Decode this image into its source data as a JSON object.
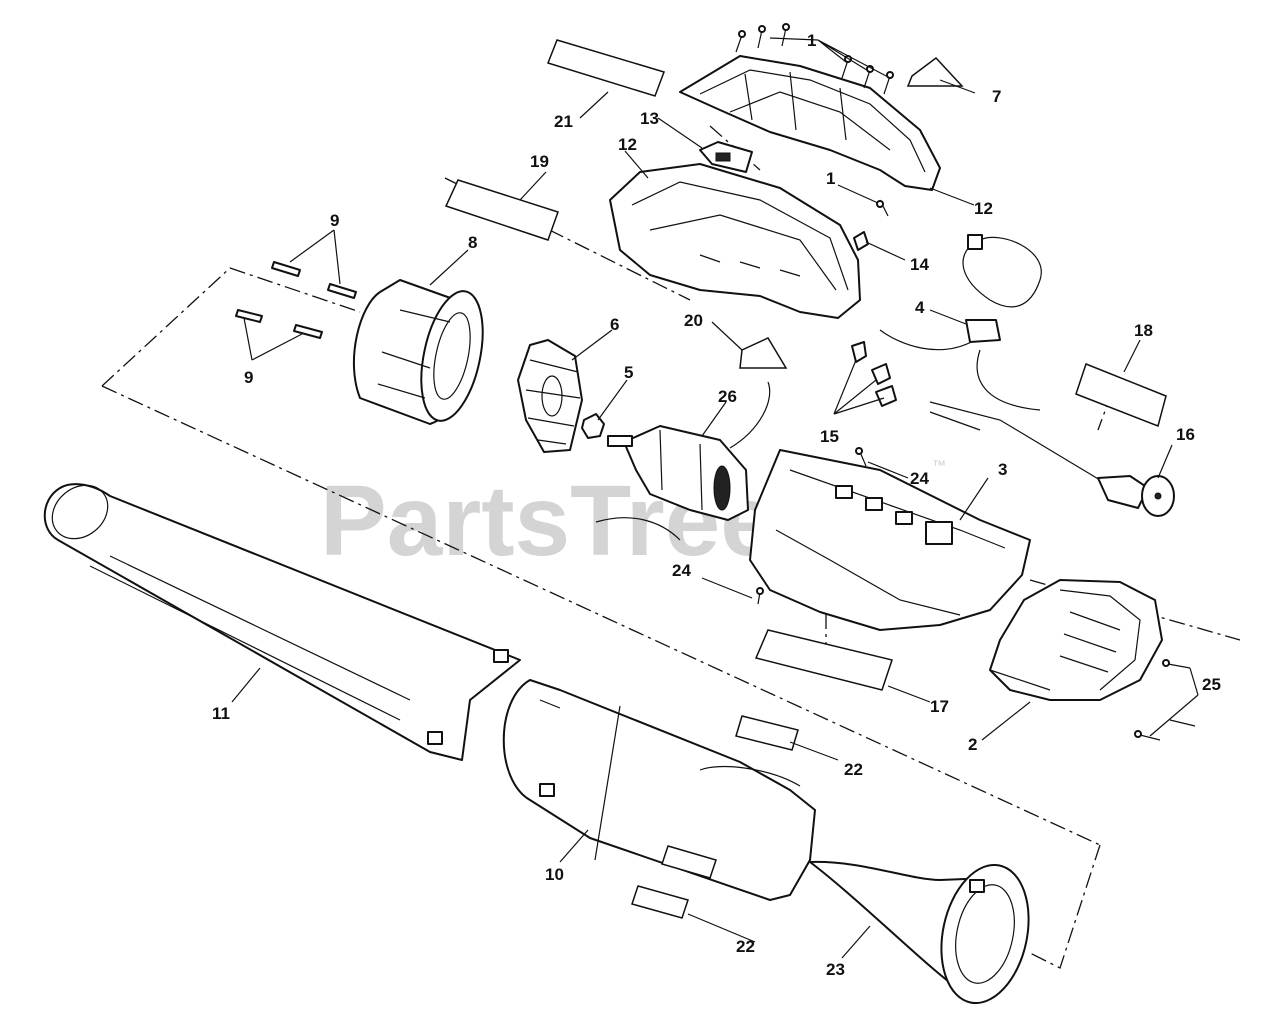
{
  "watermark": {
    "text": "PartsTree",
    "trademark": "™"
  },
  "callouts": [
    {
      "id": "c1a",
      "text": "1"
    },
    {
      "id": "c1b",
      "text": "1"
    },
    {
      "id": "c2",
      "text": "2"
    },
    {
      "id": "c3",
      "text": "3"
    },
    {
      "id": "c4",
      "text": "4"
    },
    {
      "id": "c5",
      "text": "5"
    },
    {
      "id": "c6",
      "text": "6"
    },
    {
      "id": "c7",
      "text": "7"
    },
    {
      "id": "c8",
      "text": "8"
    },
    {
      "id": "c9a",
      "text": "9"
    },
    {
      "id": "c9b",
      "text": "9"
    },
    {
      "id": "c10",
      "text": "10"
    },
    {
      "id": "c11",
      "text": "11"
    },
    {
      "id": "c12a",
      "text": "12"
    },
    {
      "id": "c12b",
      "text": "12"
    },
    {
      "id": "c13",
      "text": "13"
    },
    {
      "id": "c14",
      "text": "14"
    },
    {
      "id": "c15",
      "text": "15"
    },
    {
      "id": "c16",
      "text": "16"
    },
    {
      "id": "c17",
      "text": "17"
    },
    {
      "id": "c18",
      "text": "18"
    },
    {
      "id": "c19",
      "text": "19"
    },
    {
      "id": "c20",
      "text": "20"
    },
    {
      "id": "c21",
      "text": "21"
    },
    {
      "id": "c22a",
      "text": "22"
    },
    {
      "id": "c22b",
      "text": "22"
    },
    {
      "id": "c23",
      "text": "23"
    },
    {
      "id": "c24a",
      "text": "24"
    },
    {
      "id": "c24b",
      "text": "24"
    },
    {
      "id": "c25",
      "text": "25"
    },
    {
      "id": "c26",
      "text": "26"
    }
  ]
}
